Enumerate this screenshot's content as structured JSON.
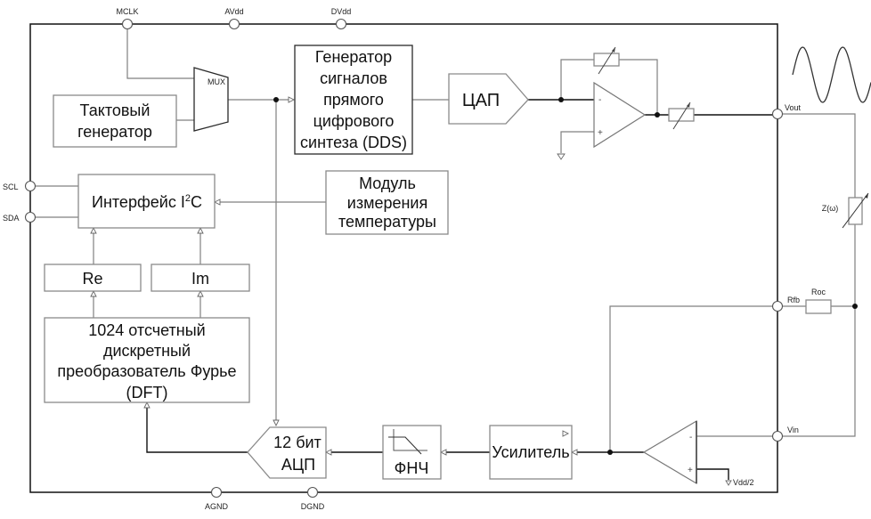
{
  "pins": {
    "mclk": "MCLK",
    "avdd": "AVdd",
    "dvdd": "DVdd",
    "scl": "SCL",
    "sda": "SDA",
    "agnd": "AGND",
    "dgnd": "DGND",
    "vout": "Vout",
    "rfb": "Rfb",
    "vin": "Vin"
  },
  "blocks": {
    "clock_generator": {
      "lines": [
        "Тактовый",
        "генератор"
      ]
    },
    "mux": {
      "label": "MUX"
    },
    "dds": {
      "lines": [
        "Генератор",
        "сигналов",
        "прямого",
        "цифрового",
        "синтеза (DDS)"
      ]
    },
    "dac": {
      "label": "ЦАП"
    },
    "i2c": {
      "prefix": "Интерфейс I",
      "superscript": "2",
      "suffix": "C"
    },
    "temperature_module": {
      "lines": [
        "Модуль",
        "измерения",
        "температуры"
      ]
    },
    "re": {
      "label": "Re"
    },
    "im": {
      "label": "Im"
    },
    "dft": {
      "lines": [
        "1024 отсчетный",
        "дискретный",
        "преобразователь Фурье",
        "(DFT)"
      ]
    },
    "adc": {
      "lines": [
        "12 бит",
        "АЦП"
      ]
    },
    "lpf": {
      "label": "ФНЧ"
    },
    "amplifier": {
      "label": "Усилитель"
    }
  },
  "external": {
    "impedance_label": "Z(ω)",
    "resistor_label": "Roc",
    "bias_label": "Vdd/2",
    "output_waveform": "sine"
  },
  "opamp_signs": {
    "minus": "-",
    "plus": "+"
  }
}
